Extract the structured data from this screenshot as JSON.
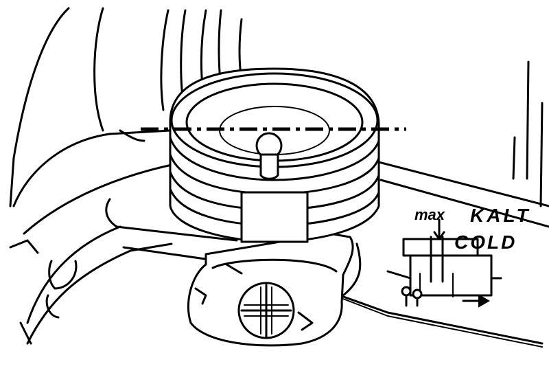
{
  "figure": {
    "labels": {
      "max": "max",
      "kalt": "KALT",
      "cold": "COLD"
    },
    "icons": [
      "reservoir-cap-icon",
      "mounting-bracket-icon",
      "level-gauge-icon",
      "arrow-right-icon",
      "level-indicator-icon"
    ],
    "colors": {
      "ink": "#000000",
      "paper": "#ffffff"
    }
  }
}
